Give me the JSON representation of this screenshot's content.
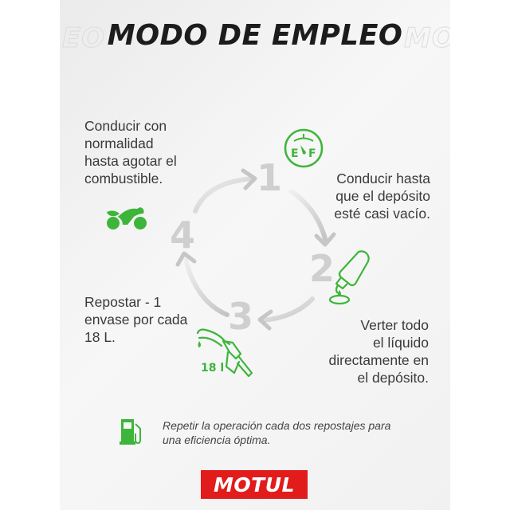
{
  "header": {
    "title": "MODO DE EMPLEO",
    "ghost_left": "EO",
    "ghost_right": "MO"
  },
  "cycle": {
    "numbers": [
      "1",
      "2",
      "3",
      "4"
    ],
    "arrow_color": "#c8c8c8",
    "number_color": "#cfcfcf"
  },
  "steps": [
    {
      "number": "1",
      "text_lines": [
        "Conducir hasta",
        "que el depósito",
        "esté casi vacío."
      ],
      "icon": "fuel-gauge-icon",
      "gauge_labels": [
        "E",
        "F"
      ]
    },
    {
      "number": "2",
      "text_lines": [
        "Verter todo",
        "el líquido",
        "directamente en",
        "el depósito."
      ],
      "icon": "bottle-pour-icon"
    },
    {
      "number": "3",
      "text_lines": [
        "Repostar - 1",
        "envase por cada",
        "18 L."
      ],
      "icon": "fuel-nozzle-icon",
      "icon_label": "18 l"
    },
    {
      "number": "4",
      "text_lines": [
        "Conducir con",
        "normalidad",
        "hasta agotar el",
        "combustible."
      ],
      "icon": "motorcycle-icon"
    }
  ],
  "note": {
    "icon": "fuel-pump-icon",
    "lines": [
      "Repetir la operación cada dos repostajes para",
      "una eficiencia óptima."
    ]
  },
  "brand": {
    "logo_text": "MOTUL",
    "color": "#e21b1b"
  },
  "colors": {
    "accent_green": "#3db53a",
    "text": "#3a3a3a",
    "title": "#1c1c1c"
  }
}
